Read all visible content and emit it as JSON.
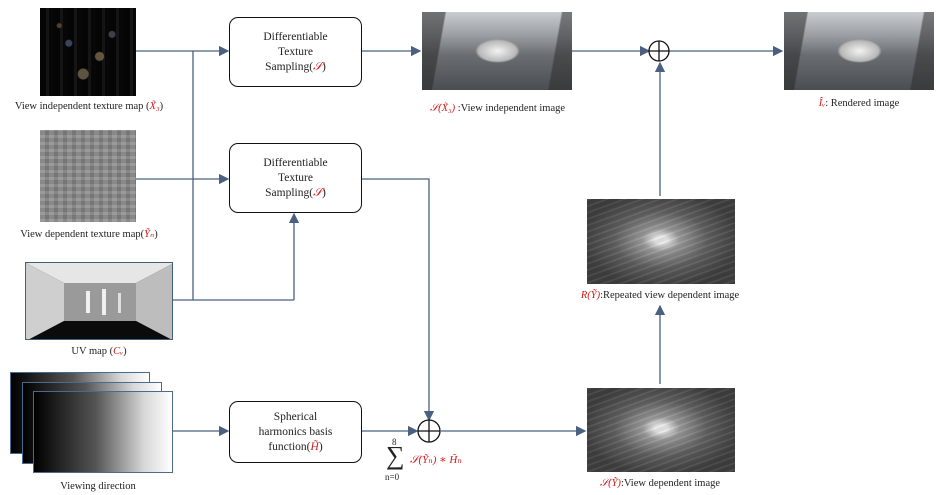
{
  "inputs": {
    "view_independent_texture": {
      "label_prefix": "View independent texture map (",
      "symbol": "X̃₃",
      "label_suffix": ")"
    },
    "view_dependent_texture": {
      "label_prefix": "View dependent texture map(",
      "symbol": "Ỹₙ",
      "label_suffix": ")"
    },
    "uv_map": {
      "label_prefix": "UV map (",
      "symbol": "Cᵥ",
      "label_suffix": ")"
    },
    "viewing_direction": {
      "label": "Viewing direction"
    }
  },
  "boxes": {
    "sampling_top": {
      "line1": "Differentiable",
      "line2": "Texture",
      "line3_prefix": "Sampling(",
      "symbol": "𝒮",
      "line3_suffix": ")"
    },
    "sampling_mid": {
      "line1": "Differentiable",
      "line2": "Texture",
      "line3_prefix": "Sampling(",
      "symbol": "𝒮",
      "line3_suffix": ")"
    },
    "sh_basis": {
      "line1": "Spherical",
      "line2": "harmonics basis",
      "line3_prefix": "function(",
      "symbol": "H̃",
      "line3_suffix": ")"
    }
  },
  "formula": {
    "sum_upper": "8",
    "sum_lower": "n=0",
    "sum_sign": "∑",
    "body": "𝒮(Ỹₙ) ∗ H̃ₙ"
  },
  "outputs": {
    "view_independent_image": {
      "symbol": "𝒮(X̃₃)",
      "label": " :View independent image"
    },
    "rendered_image": {
      "symbol": "Îᵥ",
      "label": ": Rendered image"
    },
    "repeated_view_dependent": {
      "symbol": "R(Ỹ)",
      "label": ":Repeated view dependent image"
    },
    "view_dependent_image": {
      "symbol": "𝒮(Ỹ)",
      "label": ":View dependent image"
    }
  },
  "operators": {
    "plus": "+"
  },
  "colors": {
    "arrow": "#4a6080",
    "symbol": "#d11a1a"
  }
}
